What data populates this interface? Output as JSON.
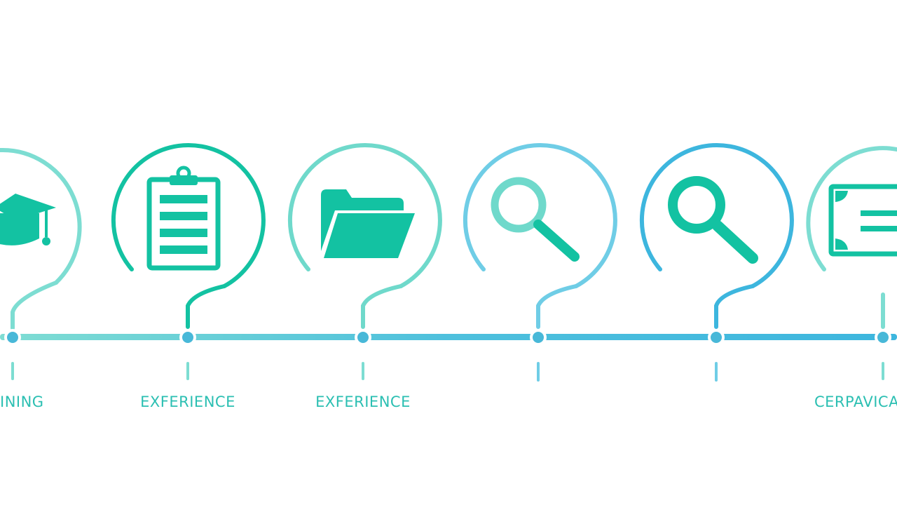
{
  "colors": {
    "accent_teal": "#13C2A2",
    "accent_aqua": "#6FD9CB",
    "accent_blue": "#3DB6DE",
    "label_teal": "#2BBFB2",
    "node_fill": "#48B8D8",
    "background": "#FFFFFF"
  },
  "steps": [
    {
      "label": "INING",
      "icon": "graduation-cap-icon",
      "ring_color": "#6FD9CB",
      "icon_color": "#13C2A2"
    },
    {
      "label": "EXFERIENCE",
      "icon": "clipboard-icon",
      "ring_color": "#13C2A2",
      "icon_color": "#13C2A2"
    },
    {
      "label": "EXFERIENCE",
      "icon": "folder-icon",
      "ring_color": "#6FD9CB",
      "icon_color": "#13C2A2"
    },
    {
      "label": "",
      "icon": "magnifier-icon",
      "ring_color": "#6FCDE6",
      "icon_color": "#6FD9CB"
    },
    {
      "label": "",
      "icon": "magnifier-icon",
      "ring_color": "#3DB6DE",
      "icon_color": "#13C2A2"
    },
    {
      "label": "CERPAVICA",
      "icon": "certificate-icon",
      "ring_color": "#6FD9CB",
      "icon_color": "#13C2A2"
    }
  ]
}
